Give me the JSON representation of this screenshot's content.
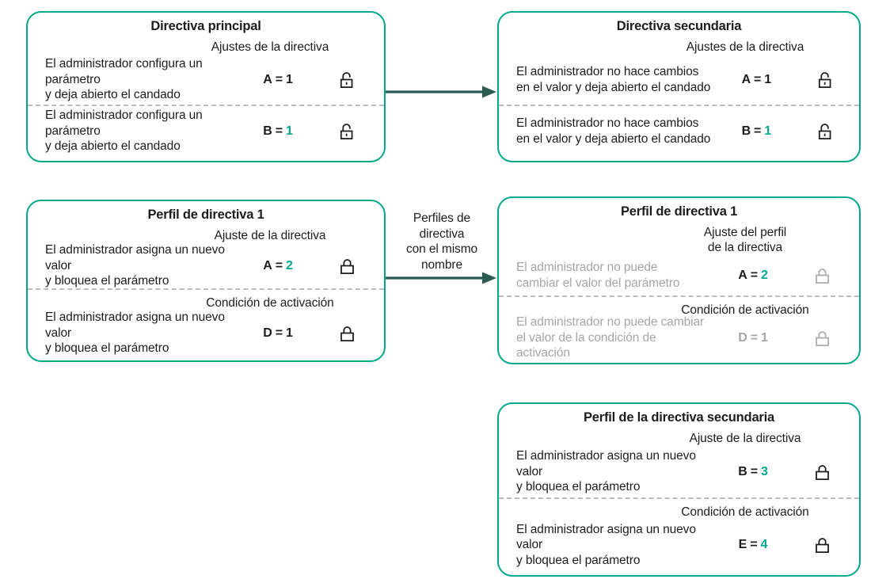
{
  "colors": {
    "accent_teal": "#00a88e",
    "border_teal": "#00a98d",
    "arrow_dark_teal": "#2a5a50",
    "muted_gray": "#a6a6a6",
    "text_black": "#1d1d1b"
  },
  "eq": "=",
  "arrow_label": {
    "lines": [
      "Perfiles de",
      "directiva",
      "con el mismo",
      "nombre"
    ]
  },
  "boxes": {
    "principal": {
      "title": "Directiva principal",
      "header": "Ajustes de la directiva",
      "rows": [
        {
          "lines": [
            "El administrador configura un",
            "parámetro",
            "y deja abierto el candado"
          ],
          "param": "A",
          "value": "1",
          "lock": "open"
        },
        {
          "lines": [
            "El administrador configura un",
            "parámetro",
            "y deja abierto el candado"
          ],
          "param": "B",
          "value": "1",
          "lock": "open"
        }
      ]
    },
    "secundaria": {
      "title": "Directiva secundaria",
      "header": "Ajustes de la directiva",
      "rows": [
        {
          "lines": [
            "El administrador no hace cambios",
            "en el valor y deja abierto el candado"
          ],
          "param": "A",
          "value": "1",
          "lock": "open"
        },
        {
          "lines": [
            "El administrador no hace cambios",
            "en el valor y deja abierto el candado"
          ],
          "param": "B",
          "value": "1",
          "lock": "open"
        }
      ]
    },
    "perfil1_izq": {
      "title": "Perfil de directiva 1",
      "header1": "Ajuste de la directiva",
      "header2": "Condición de activación",
      "rows": [
        {
          "lines": [
            "El administrador asigna un nuevo",
            "valor",
            "y bloquea el parámetro"
          ],
          "param": "A",
          "value": "2",
          "lock": "closed"
        },
        {
          "lines": [
            "El administrador asigna un nuevo",
            "valor",
            "y bloquea el parámetro"
          ],
          "param": "D",
          "value": "1",
          "lock": "closed"
        }
      ]
    },
    "perfil1_der": {
      "title": "Perfil de directiva 1",
      "header1_line1": "Ajuste del perfil",
      "header1_line2": "de la directiva",
      "header2": "Condición de activación",
      "rows": [
        {
          "lines": [
            "El administrador no puede",
            "cambiar el valor del parámetro"
          ],
          "param": "A",
          "value": "2",
          "lock": "closed"
        },
        {
          "lines": [
            "El administrador no puede cambiar",
            "el valor de la condición de",
            "activación"
          ],
          "param": "D",
          "value": "1",
          "lock": "closed"
        }
      ]
    },
    "perfil_secundaria": {
      "title": "Perfil de la directiva secundaria",
      "header1": "Ajuste de la directiva",
      "header2": "Condición de activación",
      "rows": [
        {
          "lines": [
            "El administrador asigna un nuevo",
            "valor",
            "y bloquea el parámetro"
          ],
          "param": "B",
          "value": "3",
          "lock": "closed"
        },
        {
          "lines": [
            "El administrador asigna un nuevo",
            "valor",
            "y bloquea el parámetro"
          ],
          "param": "E",
          "value": "4",
          "lock": "closed"
        }
      ]
    }
  }
}
